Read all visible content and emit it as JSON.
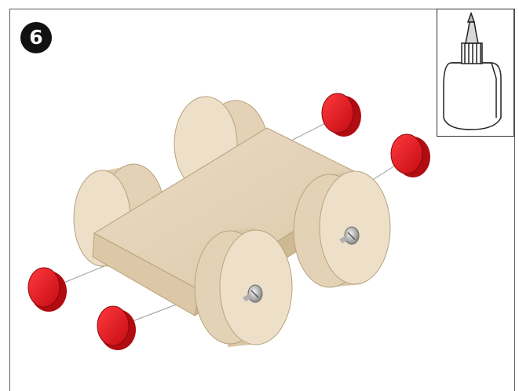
{
  "step": {
    "number": "6"
  },
  "colors": {
    "wood": "#e7d6bd",
    "wood_dark": "#c9b391",
    "cap_red": "#e3121b",
    "cap_dark": "#a00a10",
    "frame": "#5a5a5a"
  },
  "parts": {
    "wheels": 4,
    "caps": 4,
    "screws": 2,
    "glue_bottle": 1
  }
}
